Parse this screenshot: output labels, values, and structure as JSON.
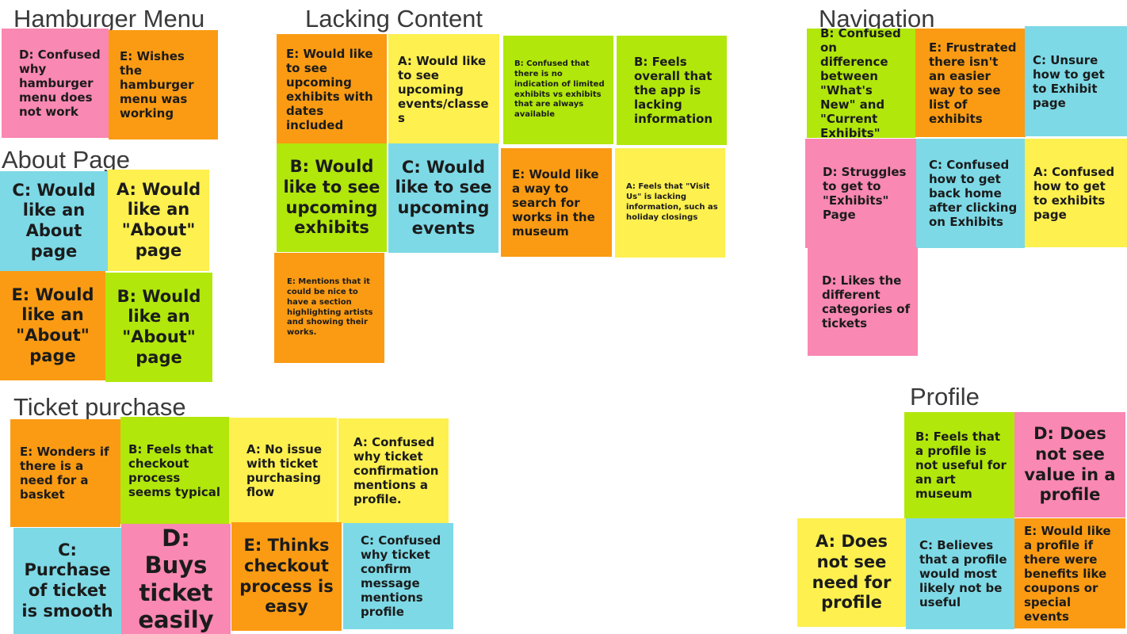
{
  "headings": {
    "hamburger_menu": "Hamburger Menu",
    "lacking_content": "Lacking Content",
    "navigation": "Navigation",
    "about_page": "About Page",
    "ticket_purchase": "Ticket purchase",
    "profile": "Profile"
  },
  "colors": {
    "pink": "#f988b2",
    "orange": "#fa9b13",
    "yellow": "#fdf04f",
    "green": "#b1e70b",
    "cyan": "#7dd9e6"
  },
  "hamburger_menu": {
    "d_confused": "D: Confused why hamburger menu does not work",
    "e_wishes": "E: Wishes the hamburger menu was working"
  },
  "about_page": {
    "c_would_like": "C: Would like an About page",
    "a_would_like": "A: Would like an \"About\" page",
    "e_would_like": "E: Would like an \"About\" page",
    "b_would_like": "B: Would like an \"About\" page"
  },
  "lacking_content": {
    "e_upcoming_exhibits_dates": "E: Would like to see upcoming exhibits with dates included",
    "a_upcoming_events_classes": "A: Would like to see upcoming events/classes",
    "b_limited_exhibits": "B: Confused that there is no indication of limited exhibits vs exhibits that are always available",
    "b_lacking_information": "B: Feels overall that the app is lacking information",
    "b_upcoming_exhibits": "B: Would like to see upcoming exhibits",
    "c_upcoming_events": "C: Would like to see upcoming events",
    "e_search_works": "E: Would like a way to search for works in the museum",
    "a_visit_us": "A: Feels that \"Visit Us\" is lacking information, such as holiday closings",
    "e_artists_section": "E: Mentions that it could be nice to have a section highlighting artists and showing their works."
  },
  "navigation": {
    "b_whats_new": "B: Confused on difference between \"What's New\" and \"Current Exhibits\"",
    "e_list_exhibits": "E: Frustrated there isn't an easier way to see list of exhibits",
    "c_unsure_exhibit_page": "C: Unsure how to get to Exhibit page",
    "d_struggles_exhibits": "D: Struggles to get to \"Exhibits\" Page",
    "c_back_home": "C: Confused how to get back home after clicking on Exhibits",
    "a_exhibits_page": "A: Confused how to get to exhibits page",
    "d_ticket_categories": "D: Likes the different categories of tickets"
  },
  "ticket_purchase": {
    "e_basket": "E: Wonders if there is a need for a basket",
    "b_checkout_typical": "B: Feels that checkout process seems typical",
    "a_no_issue": "A: No issue with ticket purchasing flow",
    "a_confirmation_profile": "A: Confused why ticket confirmation mentions a profile.",
    "c_smooth": "C: Purchase of ticket is smooth",
    "d_buys_easily": "D: Buys ticket easily",
    "e_checkout_easy": "E: Thinks checkout process is easy",
    "c_confirm_message": "C: Confused why ticket confirm message mentions profile"
  },
  "profile": {
    "b_not_useful": "B: Feels that a profile is not useful for an art museum",
    "d_no_value": "D: Does not see value in a profile",
    "a_no_need": "A: Does not see need for profile",
    "c_not_useful": "C: Believes that a profile would most likely not be useful",
    "e_benefits": "E: Would like a profile if there were benefits like coupons or special events"
  }
}
